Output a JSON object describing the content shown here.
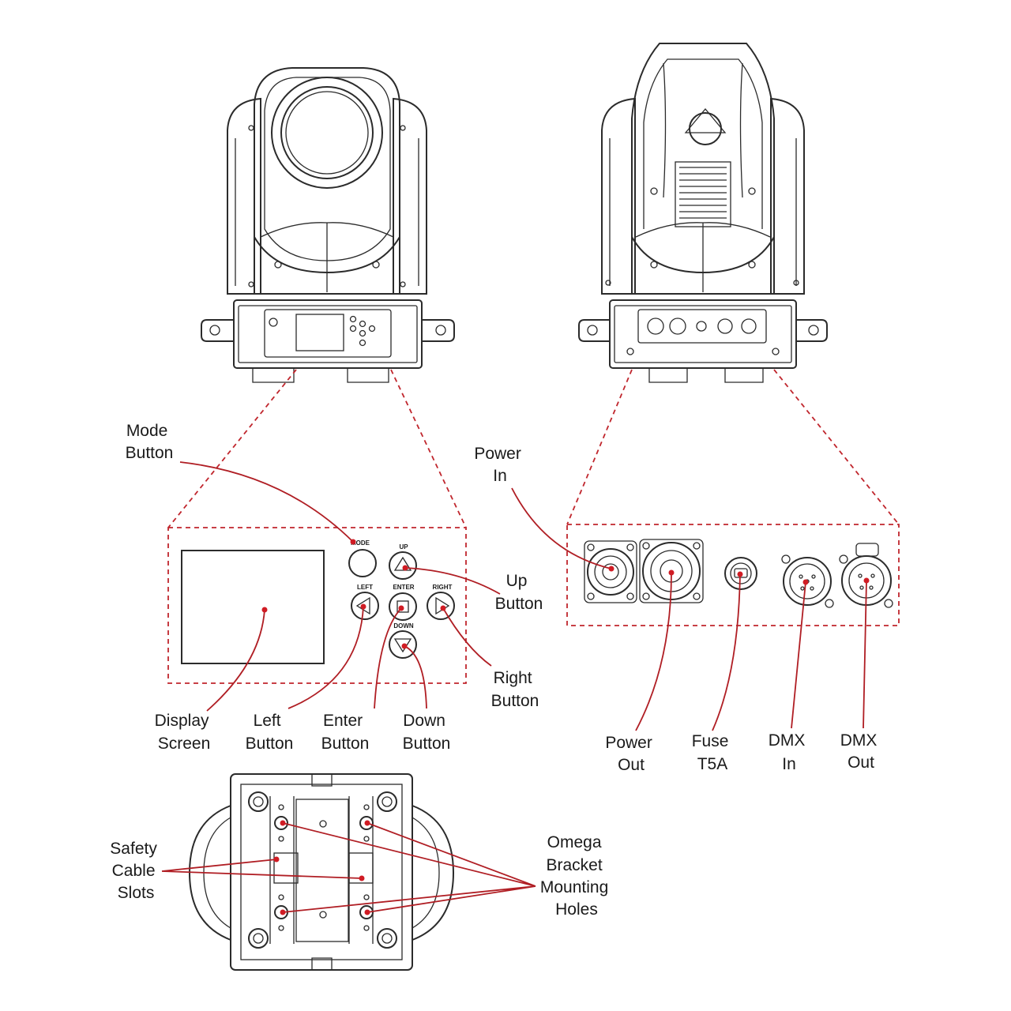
{
  "labels": {
    "mode_button": [
      "Mode",
      "Button"
    ],
    "up_button": [
      "Up",
      "Button"
    ],
    "right_button": [
      "Right",
      "Button"
    ],
    "display_screen": [
      "Display",
      "Screen"
    ],
    "left_button": [
      "Left",
      "Button"
    ],
    "enter_button": [
      "Enter",
      "Button"
    ],
    "down_button": [
      "Down",
      "Button"
    ],
    "power_in": [
      "Power",
      "In"
    ],
    "power_out": [
      "Power",
      "Out"
    ],
    "fuse": [
      "Fuse",
      "T5A"
    ],
    "dmx_in": [
      "DMX",
      "In"
    ],
    "dmx_out": [
      "DMX",
      "Out"
    ],
    "safety_cable_slots": [
      "Safety",
      "Cable",
      "Slots"
    ],
    "omega_bracket": [
      "Omega",
      "Bracket",
      "Mounting",
      "Holes"
    ]
  },
  "panel_keys": {
    "mode": "MODE",
    "up": "UP",
    "left": "LEFT",
    "enter": "ENTER",
    "right": "RIGHT",
    "down": "DOWN"
  },
  "colors": {
    "callout_red": "#b01e24",
    "outline": "#2b2b2b"
  }
}
